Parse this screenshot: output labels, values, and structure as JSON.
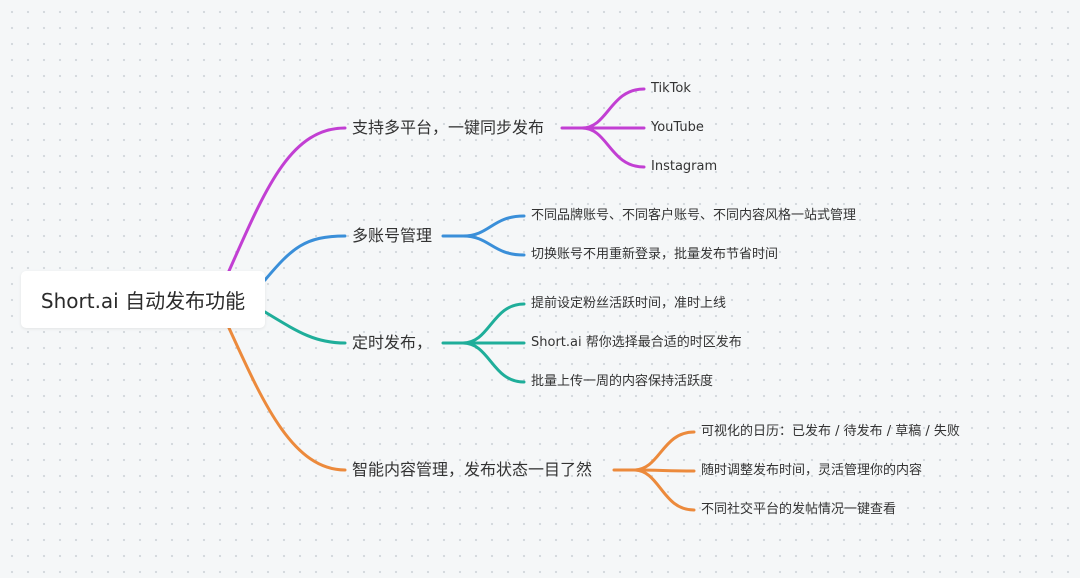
{
  "root": {
    "label": "Short.ai 自动发布功能"
  },
  "branches": [
    {
      "label": "支持多平台，一键同步发布",
      "color": "#c23fd3",
      "children": [
        "TikTok",
        "YouTube",
        "Instagram"
      ]
    },
    {
      "label": "多账号管理",
      "color": "#3a8fd9",
      "children": [
        "不同品牌账号、不同客户账号、不同内容风格一站式管理",
        "切换账号不用重新登录，批量发布节省时间"
      ]
    },
    {
      "label": "定时发布，",
      "color": "#1fae9a",
      "children": [
        "提前设定粉丝活跃时间，准时上线",
        "Short.ai 帮你选择最合适的时区发布",
        "批量上传一周的内容保持活跃度"
      ]
    },
    {
      "label": "智能内容管理，发布状态一目了然",
      "color": "#ec8a3c",
      "children": [
        "可视化的日历：已发布 / 待发布 / 草稿 / 失败",
        "随时调整发布时间，灵活管理你的内容",
        "不同社交平台的发帖情况一键查看"
      ]
    }
  ]
}
